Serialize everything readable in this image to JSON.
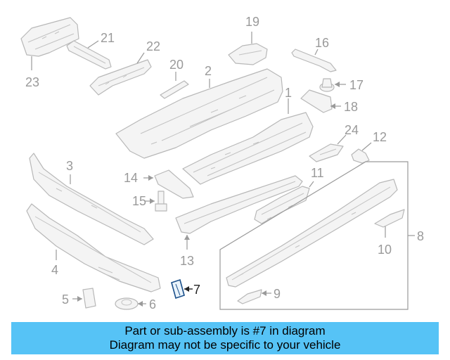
{
  "diagram": {
    "callouts": {
      "c1": "1",
      "c2": "2",
      "c3": "3",
      "c4": "4",
      "c5": "5",
      "c6": "6",
      "c7": "7",
      "c8": "8",
      "c9": "9",
      "c10": "10",
      "c11": "11",
      "c12": "12",
      "c13": "13",
      "c14": "14",
      "c15": "15",
      "c16": "16",
      "c17": "17",
      "c18": "18",
      "c19": "19",
      "c20": "20",
      "c21": "21",
      "c22": "22",
      "c23": "23",
      "c24": "24"
    },
    "highlighted_part": "7",
    "colors": {
      "line": "#b8b8b8",
      "label": "#9a9a9a",
      "highlight": "#1a4f8a",
      "banner": "#56c3f6"
    }
  },
  "banner": {
    "line1": "Part or sub-assembly is #7 in diagram",
    "line2": "Diagram may not be specific to your vehicle"
  }
}
